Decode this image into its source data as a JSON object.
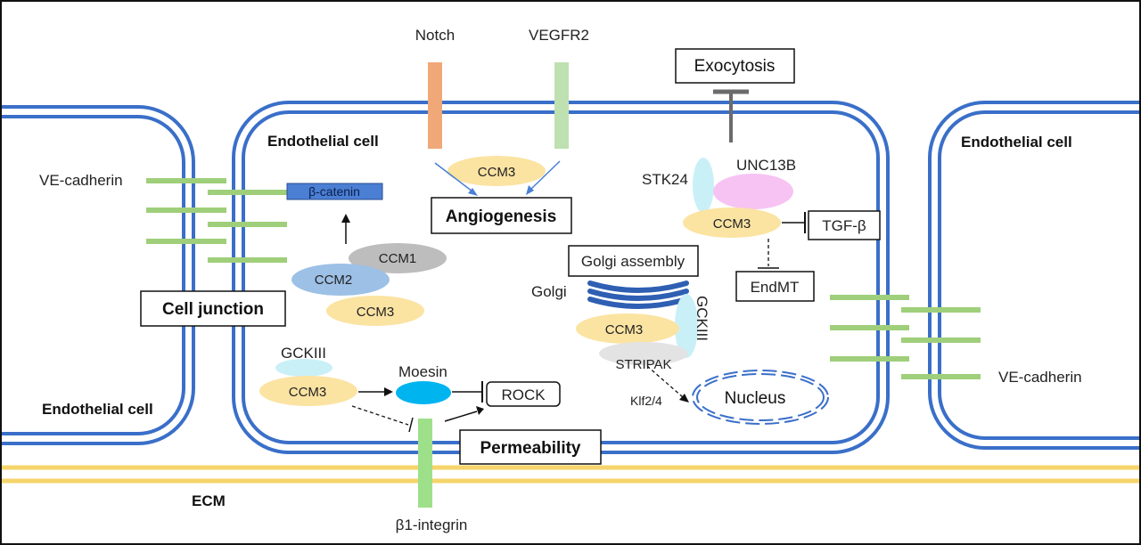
{
  "labels": {
    "notch": "Notch",
    "vegfr2": "VEGFR2",
    "exocytosis": "Exocytosis",
    "endothelial_cell_left": "Endothelial cell",
    "endothelial_cell_center": "Endothelial cell",
    "endothelial_cell_right": "Endothelial cell",
    "ve_cadherin_left": "VE-cadherin",
    "ve_cadherin_right": "VE-cadherin",
    "beta_catenin": "β-catenin",
    "ccm1": "CCM1",
    "ccm2": "CCM2",
    "ccm3_junction": "CCM3",
    "ccm3_angio": "CCM3",
    "ccm3_stk": "CCM3",
    "ccm3_golgi": "CCM3",
    "ccm3_moesin": "CCM3",
    "angiogenesis": "Angiogenesis",
    "cell_junction": "Cell junction",
    "stk24": "STK24",
    "unc13b": "UNC13B",
    "tgf_beta": "TGF-β",
    "endmt": "EndMT",
    "golgi_assembly": "Golgi assembly",
    "golgi": "Golgi",
    "gckiii_golgi": "GCKIII",
    "gckiii_left": "GCKIII",
    "stripak": "STRIPAK",
    "moesin": "Moesin",
    "rock": "ROCK",
    "klf": "Klf2/4",
    "nucleus": "Nucleus",
    "permeability": "Permeability",
    "ecm": "ECM",
    "beta1_integrin": "β1-integrin"
  },
  "colors": {
    "membrane": "#3a6fc9",
    "ecm": "#f5d46b",
    "cadherin": "#9fcf7a",
    "ccm3": "#fbe3a2",
    "ccm2": "#9dc0e6",
    "ccm1": "#bdbdbd",
    "notch": "#f0a878",
    "vegfr2": "#bfe0b0",
    "stk24": "#c9f0f7",
    "unc13b": "#f6c3f3",
    "moesin": "#00b4ef",
    "integrin": "#9ee08a",
    "catenin": "#4a7fd4"
  }
}
